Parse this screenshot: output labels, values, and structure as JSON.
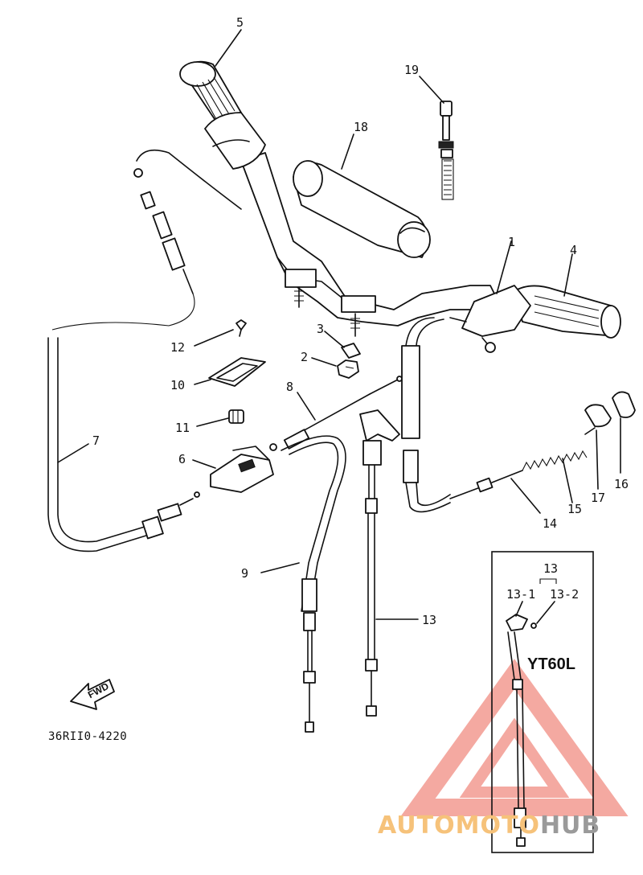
{
  "diagram": {
    "callouts": [
      "1",
      "2",
      "3",
      "4",
      "5",
      "6",
      "7",
      "8",
      "9",
      "10",
      "11",
      "12",
      "13",
      "14",
      "15",
      "16",
      "17",
      "18",
      "19"
    ],
    "diagram_code": "36RII0-4220",
    "fwd_label": "FWD",
    "inset": {
      "model": "YT60L",
      "callouts": [
        "13",
        "13-1",
        "13-2"
      ]
    }
  },
  "watermark": {
    "brand_part1": "AUTOMOTO",
    "brand_part2": "HUB",
    "colors": {
      "triangle": "#f29a91",
      "auto": "#f6c27a",
      "hub": "#9a9a9a"
    }
  }
}
